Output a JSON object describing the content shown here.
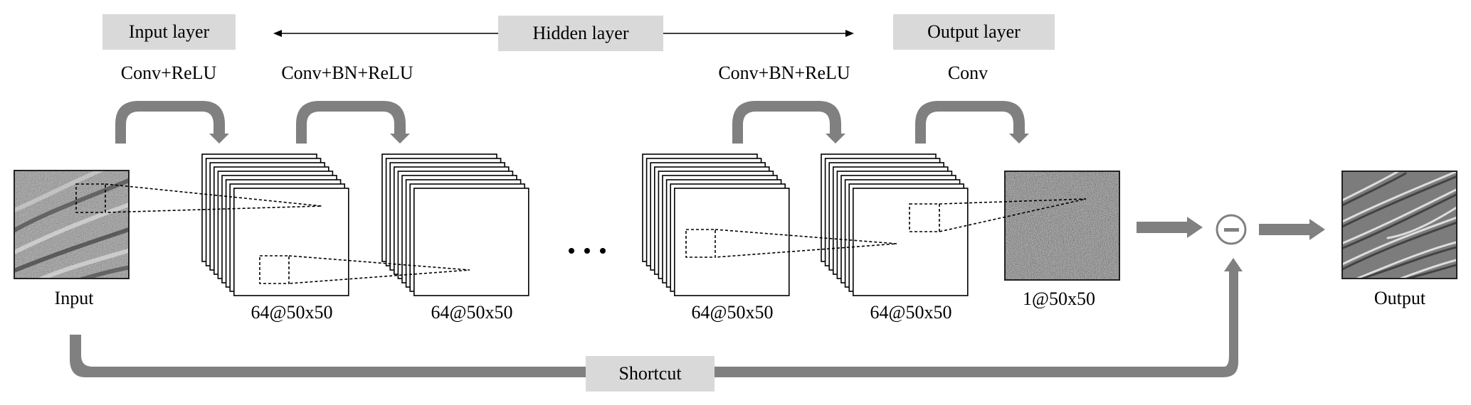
{
  "header": {
    "input_layer": "Input layer",
    "hidden_layer": "Hidden layer",
    "output_layer": "Output layer"
  },
  "operations": [
    {
      "label": "Conv+ReLU"
    },
    {
      "label": "Conv+BN+ReLU"
    },
    {
      "label": "Conv+BN+ReLU"
    },
    {
      "label": "Conv"
    }
  ],
  "images": {
    "input_label": "Input",
    "residual_label": "1@50x50",
    "output_label": "Output"
  },
  "feature_maps": [
    {
      "label": "64@50x50"
    },
    {
      "label": "64@50x50"
    },
    {
      "label": "64@50x50"
    },
    {
      "label": "64@50x50"
    }
  ],
  "ellipsis": "• • •",
  "subtract_symbol": "minus",
  "shortcut_label": "Shortcut",
  "colors": {
    "label_box": "#d9d9d9",
    "flow_arrow": "#808080",
    "line": "#000000"
  }
}
